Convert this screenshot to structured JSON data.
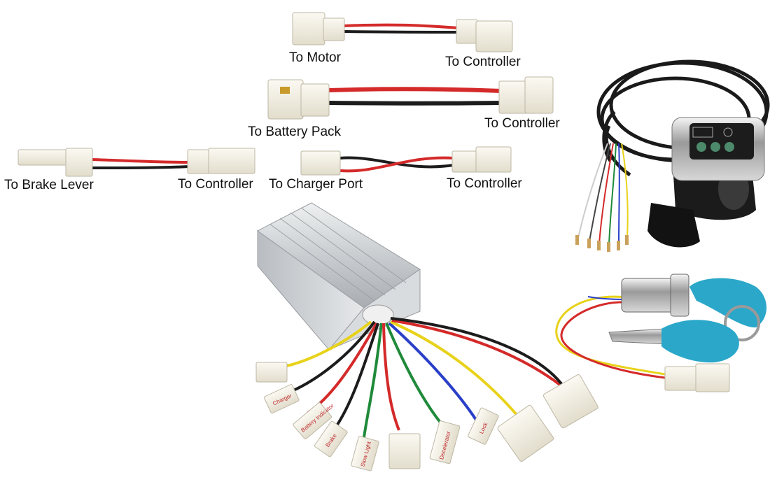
{
  "labels": {
    "motor_cable_left": "To Motor",
    "motor_cable_right": "To Controller",
    "battery_cable_left": "To Battery Pack",
    "battery_cable_right": "To Controller",
    "brake_cable_left": "To Brake Lever",
    "brake_cable_right": "To Controller",
    "charger_cable_left": "To Charger Port",
    "charger_cable_right": "To Controller"
  },
  "connector_tags": {
    "charger": "Charger",
    "battery_indicator": "Battery Indicator",
    "brake": "Brake",
    "slow_light": "Slow Light",
    "decelerator": "Decelerator",
    "lock": "Lock"
  },
  "colors": {
    "wire_red": "#d42a2a",
    "wire_black": "#1c1c1c",
    "wire_yellow": "#e8d21a",
    "wire_blue": "#2a3fc8",
    "wire_green": "#1f8a3a",
    "connector_white": "#f4f1e6",
    "key_blue": "#2aa7c9",
    "aluminum": "#cfd3d6"
  }
}
